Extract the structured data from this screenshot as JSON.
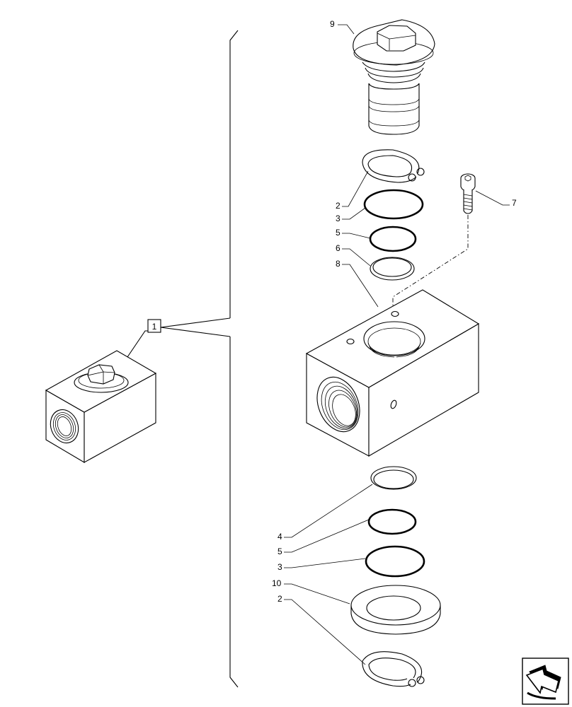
{
  "diagram": {
    "callouts": {
      "item_9": "9",
      "item_2_top": "2",
      "item_3_top": "3",
      "item_5_top": "5",
      "item_6": "6",
      "item_8": "8",
      "item_7": "7",
      "item_4": "4",
      "item_5_bottom": "5",
      "item_3_bottom": "3",
      "item_10": "10",
      "item_2_bottom": "2",
      "assembly": "1"
    }
  },
  "navigation": {
    "next_icon": "navigation-arrow-icon"
  }
}
